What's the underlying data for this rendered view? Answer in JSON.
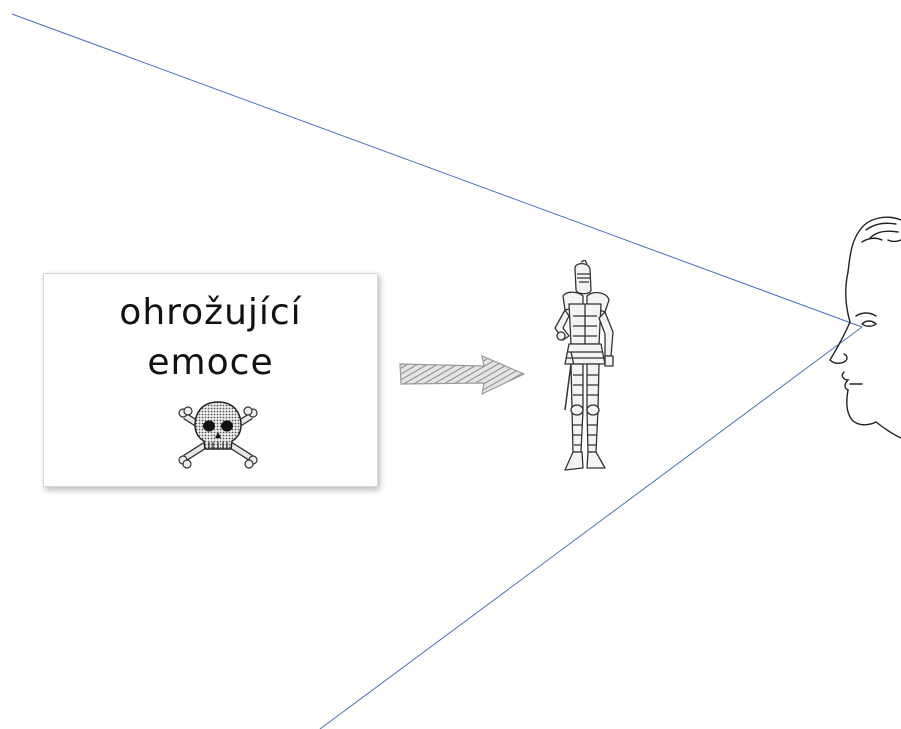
{
  "card": {
    "line1": "ohrožující",
    "line2": "emoce"
  },
  "icons": {
    "skull": "skull-and-crossbones-icon",
    "arrow": "hatched-arrow-icon",
    "knight": "armored-knight-illustration",
    "face": "human-head-profile-illustration"
  },
  "colors": {
    "sight_lines": "#4a6fc4",
    "text": "#111111",
    "card_border": "#d7d7d7"
  }
}
